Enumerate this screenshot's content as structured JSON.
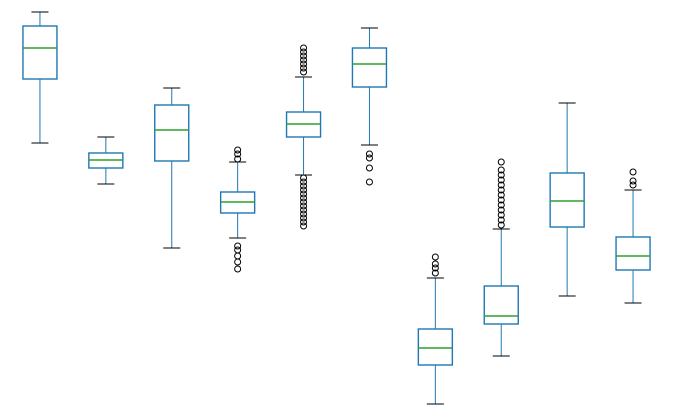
{
  "chart_data": {
    "type": "boxplot",
    "title": "",
    "xlabel": "",
    "ylabel": "",
    "ylim": [
      0,
      412
    ],
    "axes_visible": false,
    "grid": false,
    "colors": {
      "box": "#1f77b4",
      "median": "#2ca02c",
      "whisker": "#000000",
      "flier": "#000000"
    },
    "boxes": [
      {
        "min": 143,
        "q1": 79,
        "median": 48,
        "q3": 26,
        "max": 12,
        "fliers": []
      },
      {
        "min": 184,
        "q1": 168,
        "median": 160,
        "q3": 153,
        "max": 137,
        "fliers": []
      },
      {
        "min": 248,
        "q1": 161,
        "median": 130,
        "q3": 105,
        "max": 88,
        "fliers": []
      },
      {
        "min": 238,
        "q1": 213,
        "median": 202,
        "q3": 192,
        "max": 162,
        "fliers": [
          150,
          154,
          159,
          246,
          250,
          256,
          262,
          269
        ]
      },
      {
        "min": 175,
        "q1": 137,
        "median": 124,
        "q3": 112,
        "max": 77,
        "fliers": [
          48,
          52,
          56,
          60,
          64,
          68,
          72,
          178,
          182,
          186,
          190,
          194,
          198,
          202,
          206,
          210,
          214,
          218,
          222,
          226
        ]
      },
      {
        "min": 145,
        "q1": 87,
        "median": 64,
        "q3": 48,
        "max": 28,
        "fliers": [
          154,
          158,
          168,
          182
        ]
      },
      {
        "min": 404,
        "q1": 365,
        "median": 348,
        "q3": 329,
        "max": 278,
        "fliers": [
          257,
          264,
          268,
          273
        ]
      },
      {
        "min": 356,
        "q1": 324,
        "median": 316,
        "q3": 286,
        "max": 229,
        "fliers": [
          162,
          170,
          175,
          180,
          185,
          190,
          195,
          200,
          205,
          210,
          215,
          220,
          225
        ]
      },
      {
        "min": 296,
        "q1": 227,
        "median": 201,
        "q3": 173,
        "max": 103,
        "fliers": []
      },
      {
        "min": 303,
        "q1": 270,
        "median": 256,
        "q3": 237,
        "max": 190,
        "fliers": [
          172,
          181,
          185
        ]
      }
    ]
  }
}
